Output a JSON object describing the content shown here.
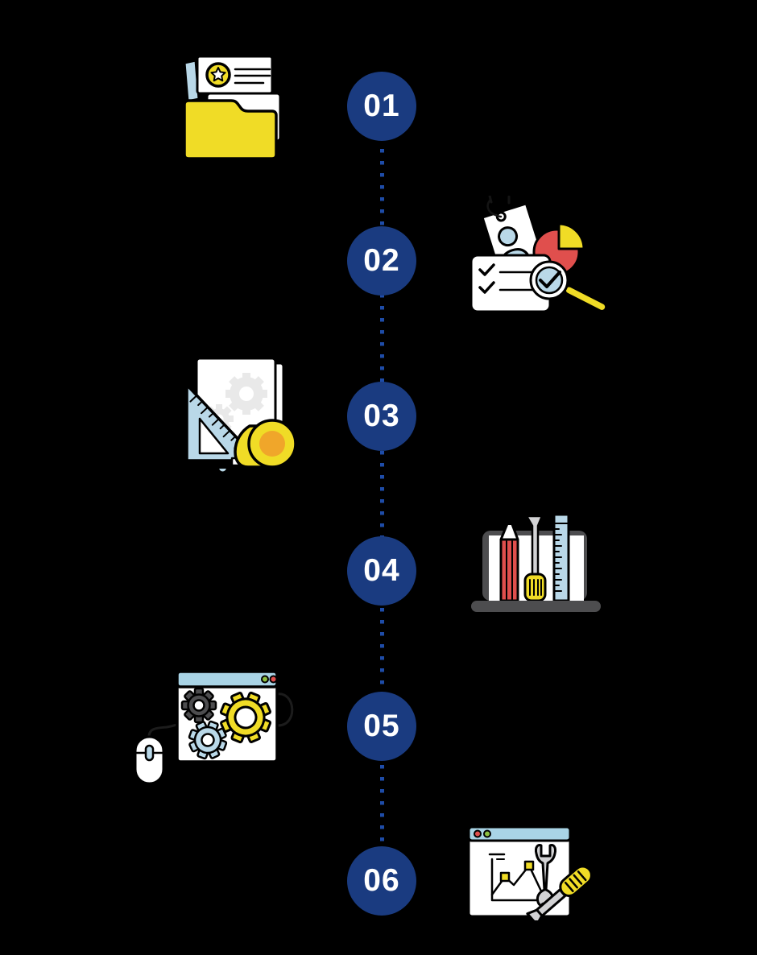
{
  "page": {
    "background_color": "#000000"
  },
  "palette": {
    "circle_navy": "#1A3B80",
    "dot_blue": "#1E4CA8",
    "number_white": "#FFFFFF",
    "yellow": "#F0DC26",
    "orange": "#F0A62A",
    "red": "#E04F4D",
    "light_blue": "#B9D8E8",
    "header_blue": "#A9D4E6",
    "green": "#8CBF3F",
    "dark_gray": "#4D4D4F",
    "light_gray": "#D2D2D4",
    "watermark_gray": "#E9E9E9",
    "white": "#FFFFFF",
    "outline_black": "#000000"
  },
  "timeline": {
    "step_count": 6,
    "connector_style": "vertical dotted line",
    "steps": [
      {
        "number": "01",
        "icon": "folder-documents-icon",
        "icon_side": "left"
      },
      {
        "number": "02",
        "icon": "candidate-profile-analysis-icon",
        "icon_side": "right"
      },
      {
        "number": "03",
        "icon": "set-square-measuring-tape-icon",
        "icon_side": "left"
      },
      {
        "number": "04",
        "icon": "laptop-design-tools-icon",
        "icon_side": "right"
      },
      {
        "number": "05",
        "icon": "browser-gears-mouse-icon",
        "icon_side": "left"
      },
      {
        "number": "06",
        "icon": "browser-chart-repair-tools-icon",
        "icon_side": "right"
      }
    ]
  }
}
